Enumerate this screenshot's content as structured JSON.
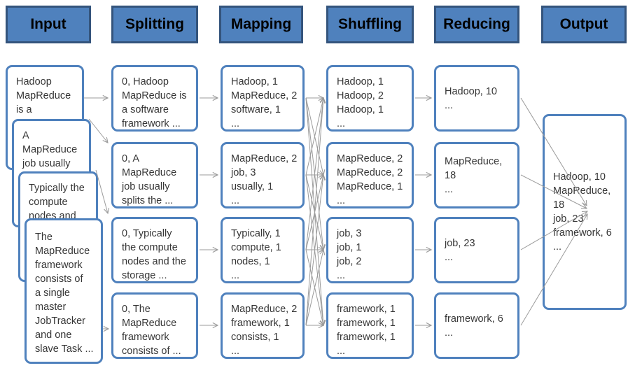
{
  "stages": [
    {
      "label": "Input"
    },
    {
      "label": "Splitting"
    },
    {
      "label": "Mapping"
    },
    {
      "label": "Shuffling"
    },
    {
      "label": "Reducing"
    },
    {
      "label": "Output"
    }
  ],
  "input": {
    "boxes": [
      {
        "text": "Hadoop\nMapReduce\nis a\nsoftware ..."
      },
      {
        "text": "A\nMapReduce\njob usually\nsplits the ..."
      },
      {
        "text": "Typically the\ncompute\nnodes and\nthe storage ..."
      },
      {
        "text": "The\nMapReduce\nframework\nconsists of\na single\nmaster\nJobTracker\nand one\nslave Task ..."
      }
    ]
  },
  "splitting": {
    "boxes": [
      {
        "text": "0, Hadoop\nMapReduce is\na software\nframework ..."
      },
      {
        "text": "0, A\nMapReduce\njob usually\nsplits the ..."
      },
      {
        "text": "0, Typically\nthe compute\nnodes and the\nstorage ..."
      },
      {
        "text": "0, The\nMapReduce\nframework\nconsists of ..."
      }
    ]
  },
  "mapping": {
    "boxes": [
      {
        "text": "Hadoop, 1\nMapReduce, 2\nsoftware, 1\n..."
      },
      {
        "text": "MapReduce, 2\njob, 3\nusually, 1\n..."
      },
      {
        "text": "Typically, 1\ncompute, 1\nnodes, 1\n..."
      },
      {
        "text": "MapReduce, 2\nframework, 1\nconsists, 1\n..."
      }
    ]
  },
  "shuffling": {
    "boxes": [
      {
        "text": "Hadoop, 1\nHadoop, 2\nHadoop, 1\n..."
      },
      {
        "text": "MapReduce, 2\nMapReduce, 2\nMapReduce, 1\n..."
      },
      {
        "text": "job, 3\njob, 1\njob, 2\n..."
      },
      {
        "text": "framework, 1\nframework, 1\nframework, 1\n..."
      }
    ]
  },
  "reducing": {
    "boxes": [
      {
        "text": "Hadoop, 10\n..."
      },
      {
        "text": "MapReduce,\n18\n..."
      },
      {
        "text": "job, 23\n..."
      },
      {
        "text": "framework, 6\n..."
      }
    ]
  },
  "output": {
    "text": "Hadoop, 10\nMapReduce,\n18\njob, 23\nframework, 6\n..."
  },
  "colors": {
    "stage_fill": "#4f81bd",
    "stage_border": "#34547c",
    "box_border": "#4f81bd",
    "arrow": "#9b9b9b"
  }
}
